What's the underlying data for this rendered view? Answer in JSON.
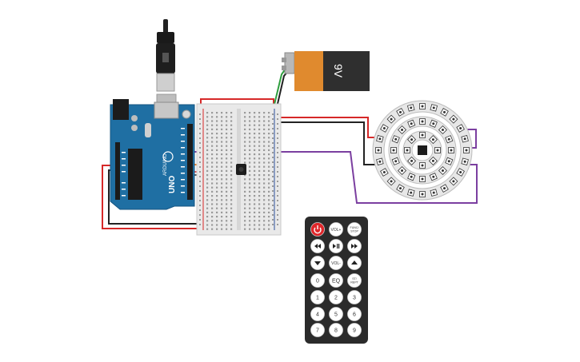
{
  "colors": {
    "arduino_board": "#1f6fa3",
    "breadboard": "#e9e9e9",
    "battery_body": "#2f2f2f",
    "battery_cap": "#e08a2e",
    "neopixel_ring": "#e7e7e7",
    "remote_body": "#2b2b2b",
    "wire_red": "#d62828",
    "wire_black": "#222222",
    "wire_purple": "#7b3fa0",
    "wire_green": "#2e9d3e",
    "wire_orange": "#e9822a"
  },
  "arduino": {
    "logo_text": "ARDUINO",
    "model_text": "UNO"
  },
  "battery": {
    "label": "9V"
  },
  "remote": {
    "buttons": [
      {
        "label": "",
        "icon": "power-icon"
      },
      {
        "label": "VOL+",
        "icon": ""
      },
      {
        "label": "FUNC/\nSTOP",
        "icon": ""
      },
      {
        "label": "",
        "icon": "rewind-icon"
      },
      {
        "label": "",
        "icon": "play-pause-icon"
      },
      {
        "label": "",
        "icon": "fast-forward-icon"
      },
      {
        "label": "",
        "icon": "down-arrow-icon"
      },
      {
        "label": "VOL-",
        "icon": ""
      },
      {
        "label": "",
        "icon": "up-arrow-icon"
      },
      {
        "label": "0",
        "icon": ""
      },
      {
        "label": "EQ",
        "icon": ""
      },
      {
        "label": "ST/\nREPT",
        "icon": ""
      },
      {
        "label": "1",
        "icon": ""
      },
      {
        "label": "2",
        "icon": ""
      },
      {
        "label": "3",
        "icon": ""
      },
      {
        "label": "4",
        "icon": ""
      },
      {
        "label": "5",
        "icon": ""
      },
      {
        "label": "6",
        "icon": ""
      },
      {
        "label": "7",
        "icon": ""
      },
      {
        "label": "8",
        "icon": ""
      },
      {
        "label": "9",
        "icon": ""
      }
    ]
  }
}
